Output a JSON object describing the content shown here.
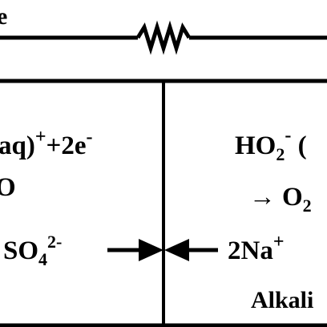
{
  "diagram": {
    "top_left_text": "e",
    "left_cell": {
      "line1": "aq)",
      "line1_sup1": "+",
      "line1_rest": "+2e",
      "line1_sup2": "-",
      "line2": "O",
      "ion_main": "SO",
      "ion_sub": "4",
      "ion_sup": "2-"
    },
    "right_cell": {
      "line1_main": "HO",
      "line1_sub": "2",
      "line1_sup": "-",
      "line1_rest": " (",
      "line2_arrow": "→",
      "line2_main": "O",
      "line2_sub": "2",
      "ion_main": "2Na",
      "ion_sup": "+",
      "label": "Alkali"
    }
  }
}
